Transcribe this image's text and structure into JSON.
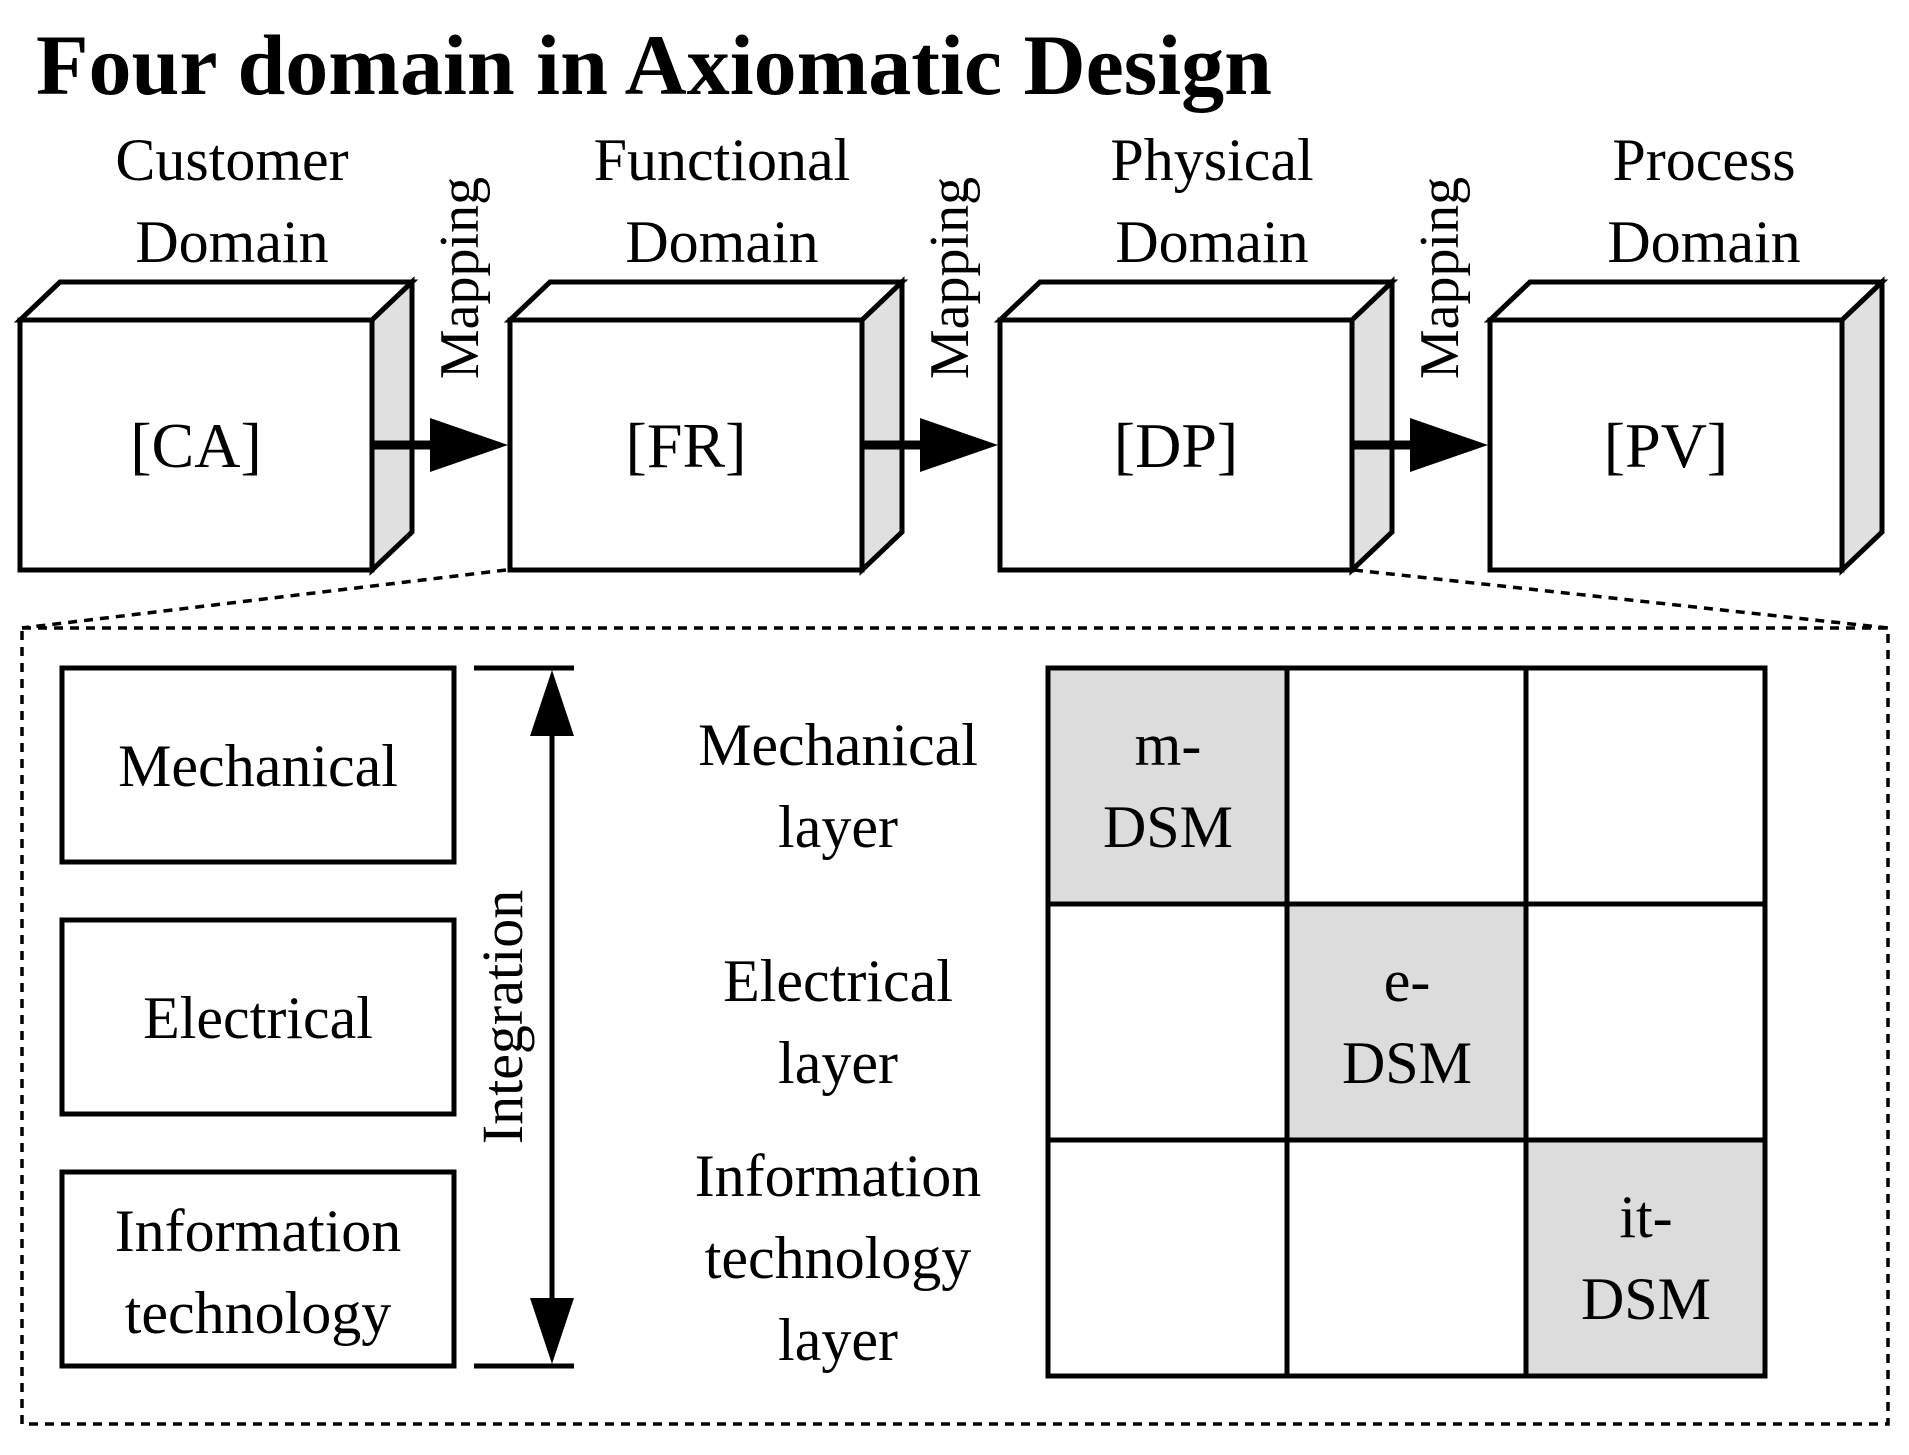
{
  "title": "Four domain in Axiomatic Design",
  "domains": [
    {
      "label_line1": "Customer",
      "label_line2": "Domain",
      "box": "[CA]"
    },
    {
      "label_line1": "Functional",
      "label_line2": "Domain",
      "box": "[FR]"
    },
    {
      "label_line1": "Physical",
      "label_line2": "Domain",
      "box": "[DP]"
    },
    {
      "label_line1": "Process",
      "label_line2": "Domain",
      "box": "[PV]"
    }
  ],
  "mapping_label": "Mapping",
  "integration_label": "Integration",
  "disciplines": [
    {
      "line1": "Mechanical",
      "line2": ""
    },
    {
      "line1": "Electrical",
      "line2": ""
    },
    {
      "line1": "Information",
      "line2": "technology"
    }
  ],
  "layers": [
    {
      "line1": "Mechanical",
      "line2": "layer",
      "line3": ""
    },
    {
      "line1": "Electrical",
      "line2": "layer",
      "line3": ""
    },
    {
      "line1": "Information",
      "line2": "technology",
      "line3": "layer"
    }
  ],
  "dsm": [
    {
      "line1": "m-",
      "line2": "DSM"
    },
    {
      "line1": "e-",
      "line2": "DSM"
    },
    {
      "line1": "it-",
      "line2": "DSM"
    }
  ],
  "colors": {
    "highlight": "#dcdcdc",
    "stroke": "#000000",
    "side_face": "#e0e0e0"
  }
}
